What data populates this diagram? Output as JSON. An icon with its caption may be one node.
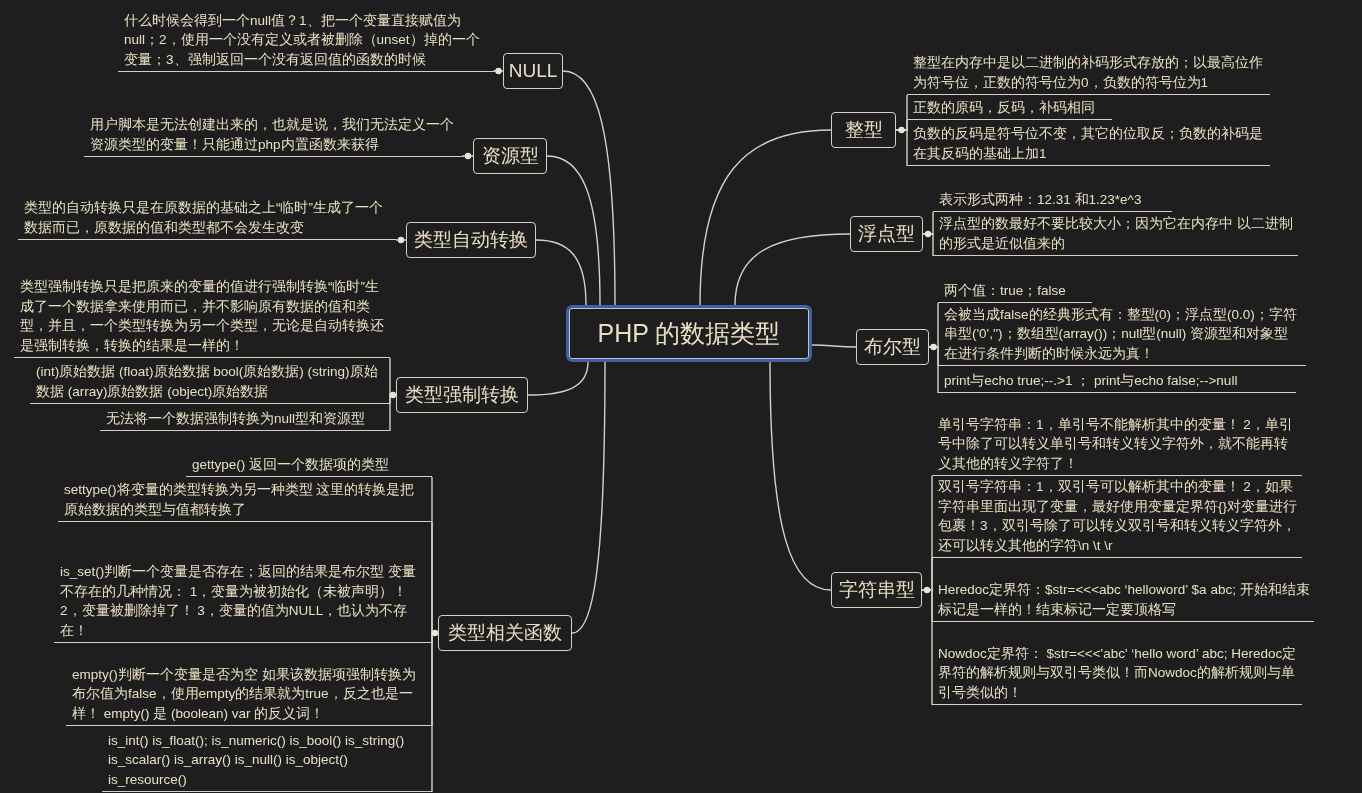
{
  "diagram": {
    "nodes": [
      {
        "text": [
          "PHP 的数据类型"
        ]
      },
      {
        "text": [
          "NULL"
        ]
      },
      {
        "text": [
          "资源型"
        ]
      },
      {
        "text": [
          "类型自动转换"
        ]
      },
      {
        "text": [
          "类型强制转换"
        ]
      },
      {
        "text": [
          "类型相关函数"
        ]
      },
      {
        "text": [
          "整型"
        ]
      },
      {
        "text": [
          "浮点型"
        ]
      },
      {
        "text": [
          "布尔型"
        ]
      },
      {
        "text": [
          "字符串型"
        ]
      },
      {
        "text": [
          "什么时候会得到一个null值？1、把一个变量直接赋值为null；2，使用一个没有定义或者被删除（unset）掉的一个变量；3、强制返回一个没有返回值的函数的时候"
        ]
      },
      {
        "text": [
          "用户脚本是无法创建出来的，也就是说，我们无法定义一个资源类型的变量！只能通过php内置函数来获得"
        ]
      },
      {
        "text": [
          "类型的自动转换只是在原数据的基础之上“临时”生成了一个数据而已，原数据的值和类型都不会发生改变"
        ]
      },
      {
        "text": [
          "类型强制转换只是把原来的变量的值进行强制转换“临时”生成了一个数据拿来使用而已，并不影响原有数据的值和类型，并且，一个类型转换为另一个类型，无论是自动转换还是强制转换，转换的结果是一样的！"
        ]
      },
      {
        "text": [
          "(int)原始数据 (float)原始数据 bool(原始数据) (string)原始数据 (array)原始数据 (object)原始数据"
        ]
      },
      {
        "text": [
          "无法将一个数据强制转换为null型和资源型"
        ]
      },
      {
        "text": [
          "gettype() 返回一个数据项的类型"
        ]
      },
      {
        "text": [
          "settype()将变量的类型转换为另一种类型 这里的转换是把原始数据的类型与值都转换了"
        ]
      },
      {
        "text": [
          "is_set()判断一个变量是否存在；返回的结果是布尔型 变量不存在的几种情况： 1，变量为被初始化（未被声明）！ 2，变量被删除掉了！ 3，变量的值为NULL，也认为不存在！"
        ]
      },
      {
        "text": [
          "empty()判断一个变量是否为空 如果该数据项强制转换为布尔值为false，使用empty的结果就为true，反之也是一样！ empty() 是 (boolean) var 的反义词！"
        ]
      },
      {
        "text": [
          "is_int() is_float(); is_numeric() is_bool() is_string() is_scalar() is_array() is_null() is_object() is_resource()"
        ]
      },
      {
        "text": [
          "整型在内存中是以二进制的补码形式存放的；以最高位作为符号位，正数的符号位为0，负数的符号位为1"
        ]
      },
      {
        "text": [
          "正数的原码，反码，补码相同"
        ]
      },
      {
        "text": [
          "负数的反码是符号位不变，其它的位取反；负数的补码是在其反码的基础上加1"
        ]
      },
      {
        "text": [
          "表示形式两种：12.31 和1.23*e^3"
        ]
      },
      {
        "text": [
          "浮点型的数最好不要比较大小；因为它在内存中 以二进制的形式是近似值来的"
        ]
      },
      {
        "text": [
          "两个值：true；false"
        ]
      },
      {
        "text": [
          "会被当成false的经典形式有：整型(0)；浮点型(0.0)；字符串型('0','')；数组型(array())；null型(null) 资源型和对象型在进行条件判断的时候永远为真！"
        ]
      },
      {
        "text": [
          "print与echo true;--.>1 ； print与echo false;-->null"
        ]
      },
      {
        "text": [
          "单引号字符串：1，单引号不能解析其中的变量！ 2，单引号中除了可以转义单引号和转义转义字符外，就不能再转义其他的转义字符了！"
        ]
      },
      {
        "text": [
          "双引号字符串：1，双引号可以解析其中的变量！ 2，如果字符串里面出现了变量，最好使用变量定界符{}对变量进行包裹！3，双引号除了可以转义双引号和转义转义字符外，还可以转义其他的字符\\n \\t \\r"
        ]
      },
      {
        "text": [
          "Heredoc定界符：$str=<<<abc ‘helloword’ $a abc; 开始和结束标记是一样的！结束标记一定要顶格写"
        ]
      },
      {
        "text": [
          "Nowdoc定界符： $str=<<<'abc' ‘hello word’ abc; Heredoc定界符的解析规则与双引号类似！而Nowdoc的解析规则与单引号类似的！"
        ]
      }
    ],
    "edges": [
      {
        "from": 0,
        "to": 1,
        "arrow": "none"
      },
      {
        "from": 0,
        "to": 2,
        "arrow": "none"
      },
      {
        "from": 0,
        "to": 3,
        "arrow": "none"
      },
      {
        "from": 0,
        "to": 4,
        "arrow": "none"
      },
      {
        "from": 0,
        "to": 5,
        "arrow": "none"
      },
      {
        "from": 0,
        "to": 6,
        "arrow": "none"
      },
      {
        "from": 0,
        "to": 7,
        "arrow": "none"
      },
      {
        "from": 0,
        "to": 8,
        "arrow": "none"
      },
      {
        "from": 0,
        "to": 9,
        "arrow": "none"
      },
      {
        "from": 1,
        "to": 10,
        "arrow": "none"
      },
      {
        "from": 2,
        "to": 11,
        "arrow": "none"
      },
      {
        "from": 3,
        "to": 12,
        "arrow": "none"
      },
      {
        "from": 4,
        "to": 13,
        "arrow": "none"
      },
      {
        "from": 4,
        "to": 14,
        "arrow": "none"
      },
      {
        "from": 4,
        "to": 15,
        "arrow": "none"
      },
      {
        "from": 5,
        "to": 16,
        "arrow": "none"
      },
      {
        "from": 5,
        "to": 17,
        "arrow": "none"
      },
      {
        "from": 5,
        "to": 18,
        "arrow": "none"
      },
      {
        "from": 5,
        "to": 19,
        "arrow": "none"
      },
      {
        "from": 5,
        "to": 20,
        "arrow": "none"
      },
      {
        "from": 6,
        "to": 21,
        "arrow": "none"
      },
      {
        "from": 6,
        "to": 22,
        "arrow": "none"
      },
      {
        "from": 6,
        "to": 23,
        "arrow": "none"
      },
      {
        "from": 7,
        "to": 24,
        "arrow": "none"
      },
      {
        "from": 7,
        "to": 25,
        "arrow": "none"
      },
      {
        "from": 8,
        "to": 26,
        "arrow": "none"
      },
      {
        "from": 8,
        "to": 27,
        "arrow": "none"
      },
      {
        "from": 8,
        "to": 28,
        "arrow": "none"
      },
      {
        "from": 9,
        "to": 29,
        "arrow": "none"
      },
      {
        "from": 9,
        "to": 30,
        "arrow": "none"
      },
      {
        "from": 9,
        "to": 31,
        "arrow": "none"
      },
      {
        "from": 9,
        "to": 32,
        "arrow": "none"
      }
    ]
  }
}
